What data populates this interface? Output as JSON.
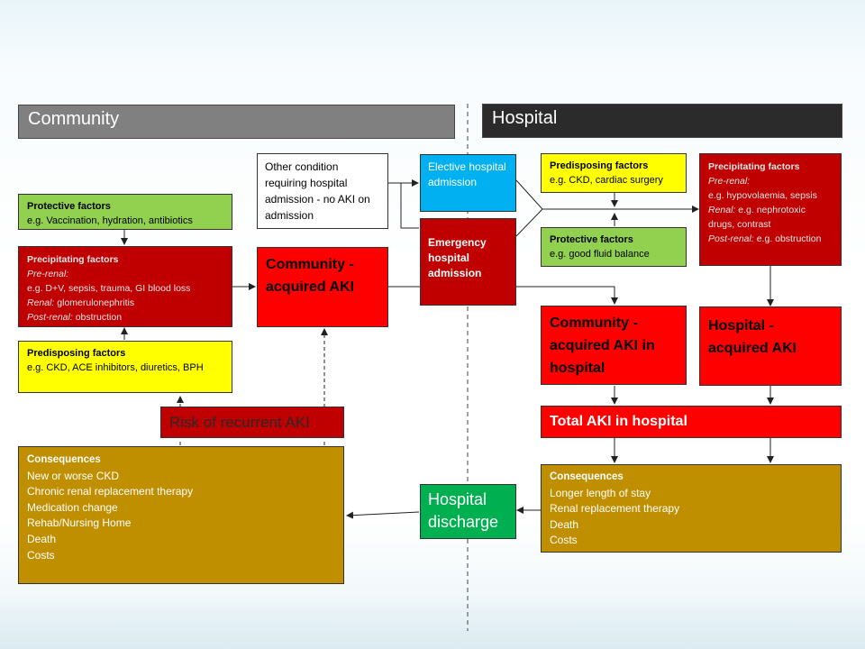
{
  "headers": {
    "community": "Community",
    "hospital": "Hospital"
  },
  "community": {
    "protective": {
      "title": "Protective factors",
      "text": "e.g. Vaccination, hydration, antibiotics"
    },
    "precipitating": {
      "title": "Precipitating factors",
      "l1": "Pre-renal:",
      "l2": "e.g. D+V, sepsis, trauma, GI blood loss",
      "l3a": "Renal:",
      "l3b": " glomerulonephritis",
      "l4a": "Post-renal:",
      "l4b": " obstruction"
    },
    "predisposing": {
      "title": "Predisposing factors",
      "text": "e.g. CKD, ACE inhibitors, diuretics, BPH"
    },
    "other_condition": "Other condition requiring hospital admission - no AKI on admission",
    "community_aki": "Community - acquired AKI",
    "risk_recurrent": "Risk of recurrent AKI",
    "consequences": {
      "title": "Consequences",
      "items": [
        "New or worse CKD",
        "Chronic renal replacement therapy",
        "Medication change",
        "Rehab/Nursing Home",
        "Death",
        "Costs"
      ]
    }
  },
  "hospital": {
    "elective": "Elective hospital admission",
    "emergency": "Emergency hospital admission",
    "predisposing": {
      "title": "Predisposing factors",
      "text": "e.g. CKD, cardiac surgery"
    },
    "protective": {
      "title": "Protective factors",
      "text": "e.g. good fluid balance"
    },
    "precipitating": {
      "title": "Precipitating factors",
      "l1": "Pre-renal:",
      "l2": "e.g. hypovolaemia, sepsis",
      "l3a": "Renal:",
      "l3b": " e.g. nephrotoxic drugs, contrast",
      "l4a": "Post-renal:",
      "l4b": " e.g. obstruction"
    },
    "community_aki_in_hospital": "Community - acquired AKI in hospital",
    "hospital_aki": "Hospital - acquired AKI",
    "total_aki": "Total AKI in hospital",
    "consequences": {
      "title": "Consequences",
      "items": [
        "Longer length of stay",
        "Renal replacement therapy",
        "Death",
        "Costs"
      ]
    },
    "discharge": "Hospital discharge"
  },
  "colors": {
    "protective": "#92d050",
    "precipitating": "#c00000",
    "aki": "#ff0000",
    "predisposing": "#ffff00",
    "elective": "#00b0f0",
    "consequences": "#bf8f00",
    "discharge": "#00b050"
  }
}
